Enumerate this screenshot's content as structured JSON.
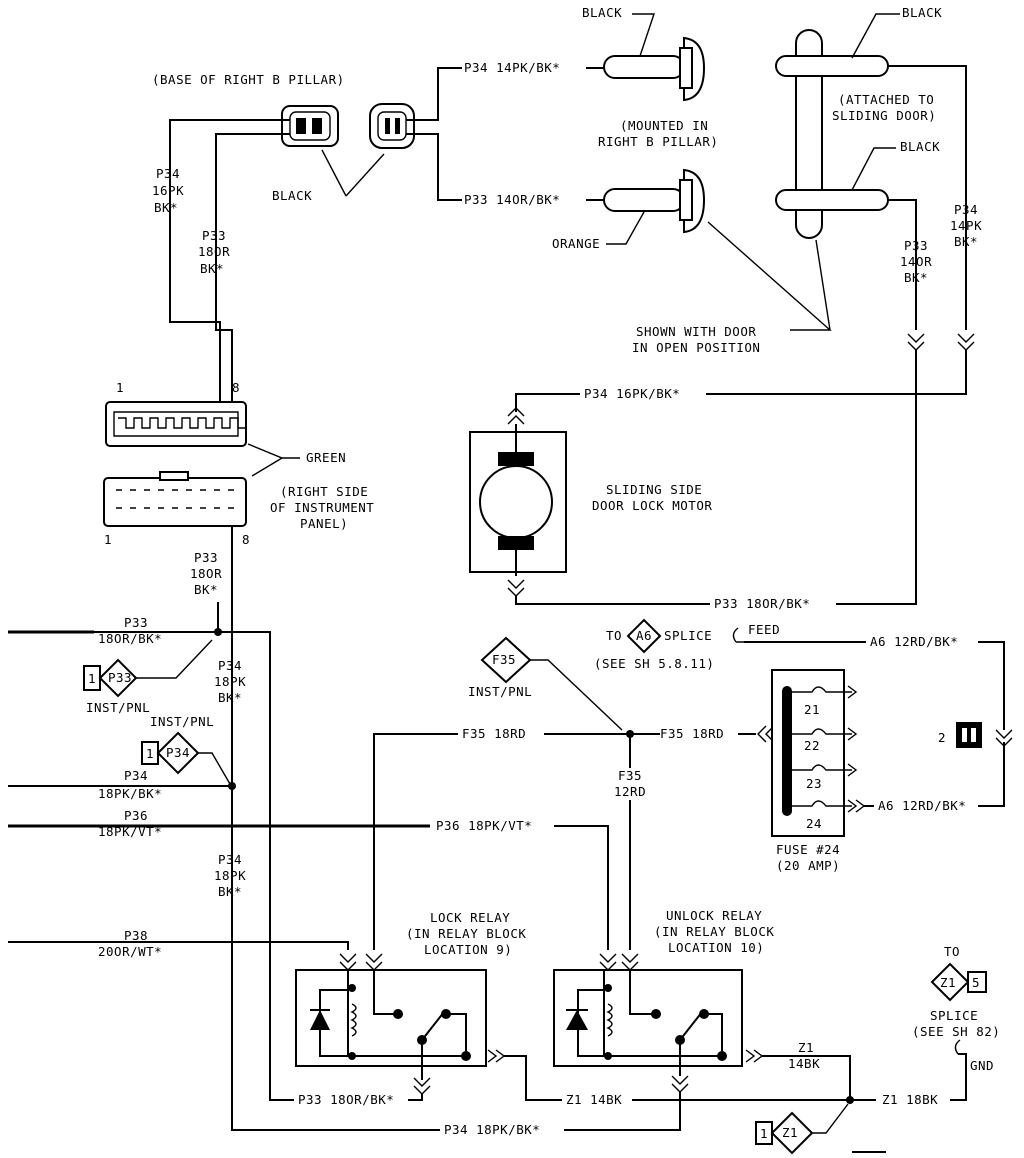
{
  "labels": {
    "base_right_b_pillar": "(BASE OF RIGHT B PILLAR)",
    "black_conn": "BLACK",
    "p34_left_a": "P34",
    "p34_left_b": "16PK",
    "p34_left_c": "BK*",
    "p33_left_a": "P33",
    "p33_left_b": "18OR",
    "p33_left_c": "BK*",
    "p34_top_wire": "P34 14PK/BK*",
    "p33_top_wire": "P33 14OR/BK*",
    "black_pin_top": "BLACK",
    "orange_pin": "ORANGE",
    "mounted_1": "(MOUNTED IN",
    "mounted_2": "RIGHT B PILLAR)",
    "black_slide_top": "BLACK",
    "black_slide_mid": "BLACK",
    "attached_1": "(ATTACHED TO",
    "attached_2": "SLIDING DOOR)",
    "p34_right_a": "P34",
    "p34_right_b": "14PK",
    "p34_right_c": "BK*",
    "p33_right_a": "P33",
    "p33_right_b": "14OR",
    "p33_right_c": "BK*",
    "shown_1": "SHOWN WITH DOOR",
    "shown_2": "IN OPEN POSITION",
    "pin1_top": "1",
    "pin8_top": "8",
    "green": "GREEN",
    "panel_1": "(RIGHT SIDE",
    "panel_2": "OF INSTRUMENT",
    "panel_3": "PANEL)",
    "pin1_bot": "1",
    "pin8_bot": "8",
    "p34_motor_wire": "P34 16PK/BK*",
    "motor_1": "SLIDING SIDE",
    "motor_2": "DOOR LOCK MOTOR",
    "p33_motor_wire": "P33 18OR/BK*",
    "p33_mid_a": "P33",
    "p33_mid_b": "18OR",
    "p33_mid_c": "BK*",
    "p33_left_wire_a": "P33",
    "p33_left_wire_b": "18OR/BK*",
    "conn_p33": "P33",
    "conn_1_a": "1",
    "inst_pnl_1": "INST/PNL",
    "p34_mid_a": "P34",
    "p34_mid_b": "18PK",
    "p34_mid_c": "BK*",
    "inst_pnl_2": "INST/PNL",
    "conn_p34": "P34",
    "conn_1_b": "1",
    "p34_left_wire_a": "P34",
    "p34_left_wire_b": "18PK/BK*",
    "p36_left_a": "P36",
    "p36_left_b": "18PK/VT*",
    "p36_wire": "P36 18PK/VT*",
    "p34_low_a": "P34",
    "p34_low_b": "18PK",
    "p34_low_c": "BK*",
    "p38_a": "P38",
    "p38_b": "20OR/WT*",
    "to_splice": "TO",
    "a6_diamond": "A6",
    "splice_word": "SPLICE",
    "see_sh": "(SEE SH 5.8.11)",
    "feed": "FEED",
    "a6_top_wire": "A6  12RD/BK*",
    "f35_diamond": "F35",
    "inst_pnl_3": "INST/PNL",
    "f35_left_wire": "F35  18RD",
    "f35_right_wire": "F35  18RD",
    "f35_vert_a": "F35",
    "f35_vert_b": "12RD",
    "fuse_21": "21",
    "fuse_22": "22",
    "fuse_23": "23",
    "fuse_24": "24",
    "a6_bot_wire": "A6  12RD/BK*",
    "pin2": "2",
    "fuse_label_1": "FUSE #24",
    "fuse_label_2": "(20 AMP)",
    "lock_relay_1": "LOCK RELAY",
    "lock_relay_2": "(IN RELAY BLOCK",
    "lock_relay_3": "LOCATION 9)",
    "unlock_relay_1": "UNLOCK RELAY",
    "unlock_relay_2": "(IN RELAY BLOCK",
    "unlock_relay_3": "LOCATION 10)",
    "to_z1": "TO",
    "z1_diamond": "Z1",
    "z1_pin": "5",
    "splice_z1_1": "SPLICE",
    "splice_z1_2": "(SEE SH 82)",
    "gnd": "GND",
    "z1_a": "Z1",
    "z1_b": "14BK",
    "p33_bottom_wire": "P33  18OR/BK*",
    "z1_mid_wire": "Z1  14BK",
    "z1_right_wire": "Z1  18BK",
    "p34_bottom_wire": "P34  18PK/BK*",
    "z1_conn": "Z1",
    "z1_conn_1": "1"
  }
}
